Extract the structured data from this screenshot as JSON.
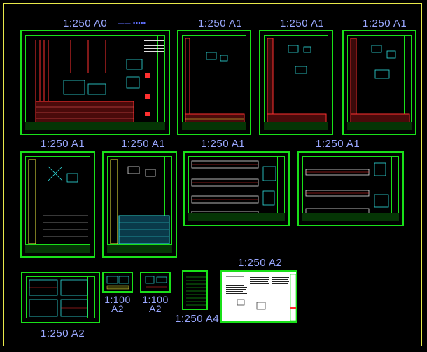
{
  "drawing_set": {
    "sheets": [
      {
        "scale_label": "1:250 A0",
        "legend_text": "—— ▪▪▪▪▪"
      },
      {
        "scale_label": "1:250 A1"
      },
      {
        "scale_label": "1:250 A1"
      },
      {
        "scale_label": "1:250 A1"
      },
      {
        "scale_label": "1:250 A1"
      },
      {
        "scale_label": "1:250 A1"
      },
      {
        "scale_label": "1:250 A1"
      },
      {
        "scale_label": "1:250 A1"
      },
      {
        "scale_label": "1:250 A2"
      },
      {
        "scale_label": "1:100\nA2"
      },
      {
        "scale_label": "1:100\nA2"
      },
      {
        "scale_label": "1:250 A4"
      },
      {
        "scale_label": "1:250  A2"
      }
    ]
  },
  "colors": {
    "background": "#000000",
    "frame": "#e8e84a",
    "sheet_border": "#19e019",
    "label": "#9aa8ff",
    "drawing_red": "#ff3030",
    "drawing_cyan": "#30e0e0",
    "drawing_yellow": "#f0f040",
    "drawing_white": "#e0e0e0"
  }
}
